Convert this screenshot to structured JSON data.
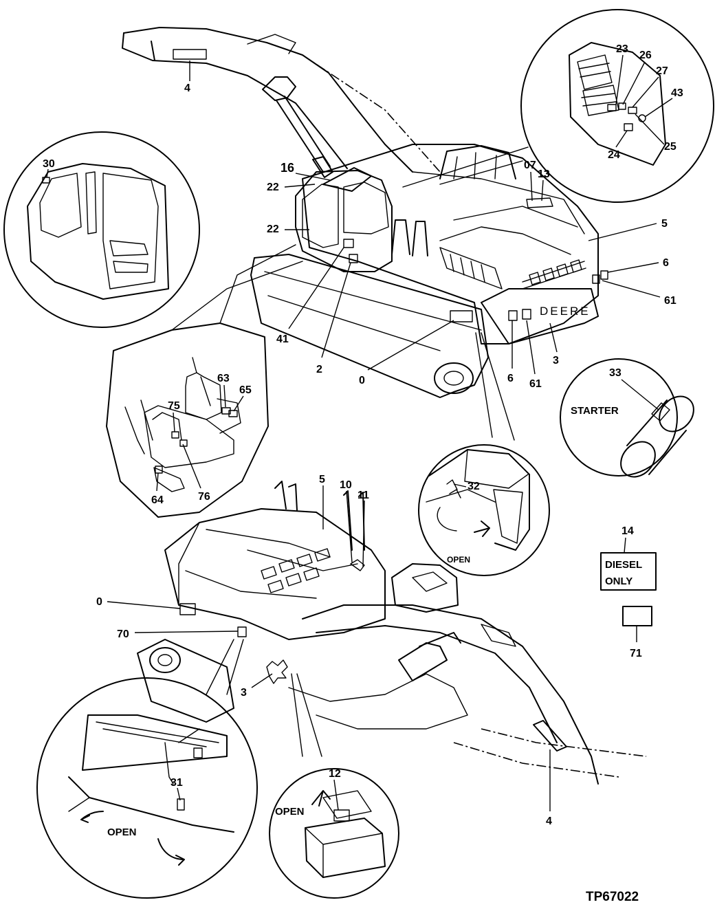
{
  "figure_id": "TP67022",
  "brand_text": "DEERE",
  "callouts": {
    "top_view": [
      "4",
      "16",
      "22",
      "22",
      "41",
      "2",
      "0",
      "5",
      "6",
      "61",
      "6",
      "61",
      "3",
      "07",
      "13"
    ],
    "window_detail": [
      "30"
    ],
    "rear_panel_detail": [
      "23",
      "26",
      "27",
      "43",
      "25",
      "24"
    ],
    "controls_detail": [
      "63",
      "65",
      "75",
      "76",
      "64"
    ],
    "starter_detail": [
      "33"
    ],
    "door_detail": [
      "32"
    ],
    "bottom_view": [
      "5",
      "10",
      "11",
      "0",
      "70",
      "3",
      "4"
    ],
    "left_door_detail": [
      "31"
    ],
    "battery_detail": [
      "12"
    ],
    "decals": [
      "14",
      "71"
    ]
  },
  "captions": {
    "starter": "STARTER",
    "open_door": "OPEN",
    "open_left": "OPEN",
    "open_battery": "OPEN"
  },
  "decal_diesel": {
    "line1": "DIESEL",
    "line2": "ONLY"
  }
}
